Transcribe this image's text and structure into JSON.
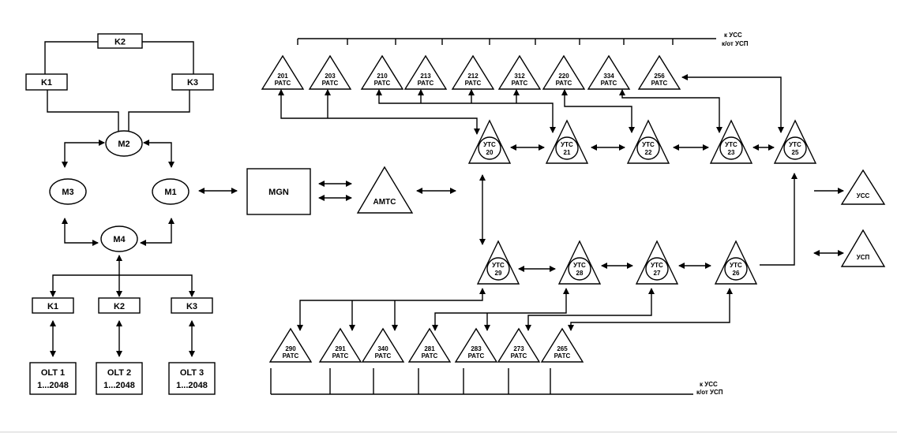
{
  "ring": {
    "k_top": "K2",
    "k_left": "K1",
    "k_right": "K3",
    "m2": "M2",
    "m3": "M3",
    "m1": "M1",
    "m4": "M4"
  },
  "access": {
    "k": [
      "K1",
      "K2",
      "K3"
    ],
    "olt": [
      {
        "name": "OLT 1",
        "range": "1...2048"
      },
      {
        "name": "OLT 2",
        "range": "1...2048"
      },
      {
        "name": "OLT 3",
        "range": "1...2048"
      }
    ]
  },
  "mgn": "MGN",
  "amts": "АМТС",
  "ratc_label": "РАТС",
  "utc_label": "УТС",
  "top_ratc": [
    "201",
    "203",
    "210",
    "213",
    "212",
    "312",
    "220",
    "334",
    "256"
  ],
  "bottom_ratc": [
    "290",
    "291",
    "340",
    "281",
    "283",
    "273",
    "265"
  ],
  "utc_top": [
    "20",
    "21",
    "22",
    "23",
    "25"
  ],
  "utc_bottom": [
    "29",
    "28",
    "27",
    "26"
  ],
  "usc_top": {
    "line1": "к УСС",
    "line2": "к/от УСП"
  },
  "usc_bottom": {
    "line1": "к УСС",
    "line2": "к/от УСП"
  },
  "ucc": "УСС",
  "ucp": "УСП"
}
